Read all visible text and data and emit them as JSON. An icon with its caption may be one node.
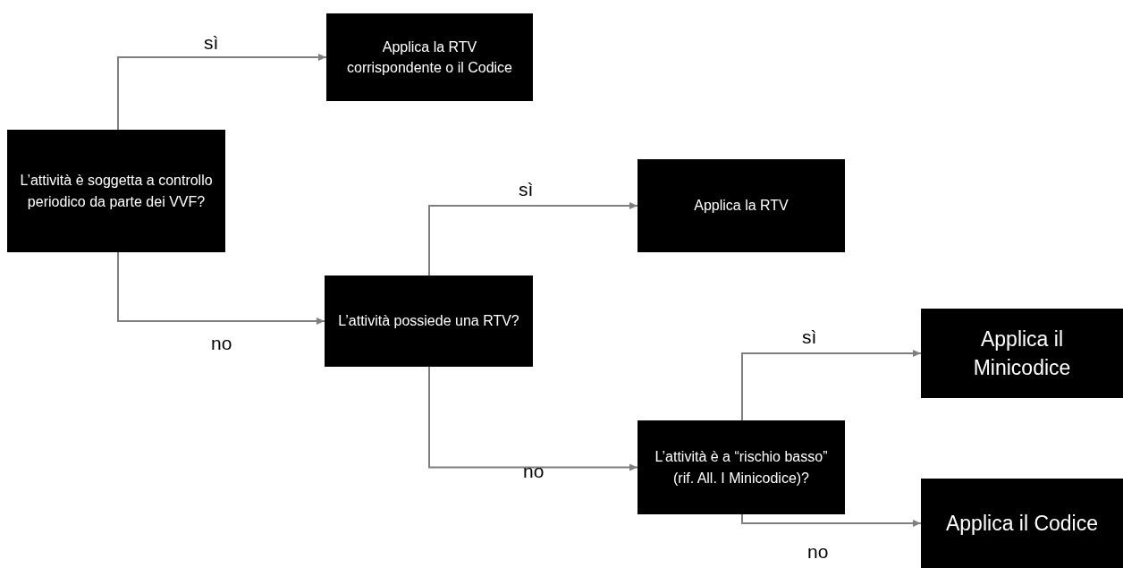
{
  "diagram": {
    "nodes": [
      {
        "text": [
          "L’attività è soggetta a controllo periodico da parte dei VVF?"
        ]
      },
      {
        "text": [
          "Applica la RTV corrispondente o il Codice"
        ]
      },
      {
        "text": [
          "L’attività possiede una RTV?"
        ]
      },
      {
        "text": [
          "Applica la RTV"
        ]
      },
      {
        "text": [
          "L’attività è a “rischio basso” (rif. All. I Minicodice)?"
        ]
      },
      {
        "text": [
          "Applica il Minicodice"
        ]
      },
      {
        "text": [
          "Applica il Codice"
        ]
      }
    ],
    "edges": [
      {
        "from": 0,
        "to": 1,
        "arrow": "to",
        "label": "sì"
      },
      {
        "from": 0,
        "to": 2,
        "arrow": "to",
        "label": "no"
      },
      {
        "from": 2,
        "to": 3,
        "arrow": "to",
        "label": "sì"
      },
      {
        "from": 2,
        "to": 4,
        "arrow": "to",
        "label": "no"
      },
      {
        "from": 4,
        "to": 5,
        "arrow": "to",
        "label": "sì"
      },
      {
        "from": 4,
        "to": 6,
        "arrow": "to",
        "label": "no"
      }
    ]
  }
}
